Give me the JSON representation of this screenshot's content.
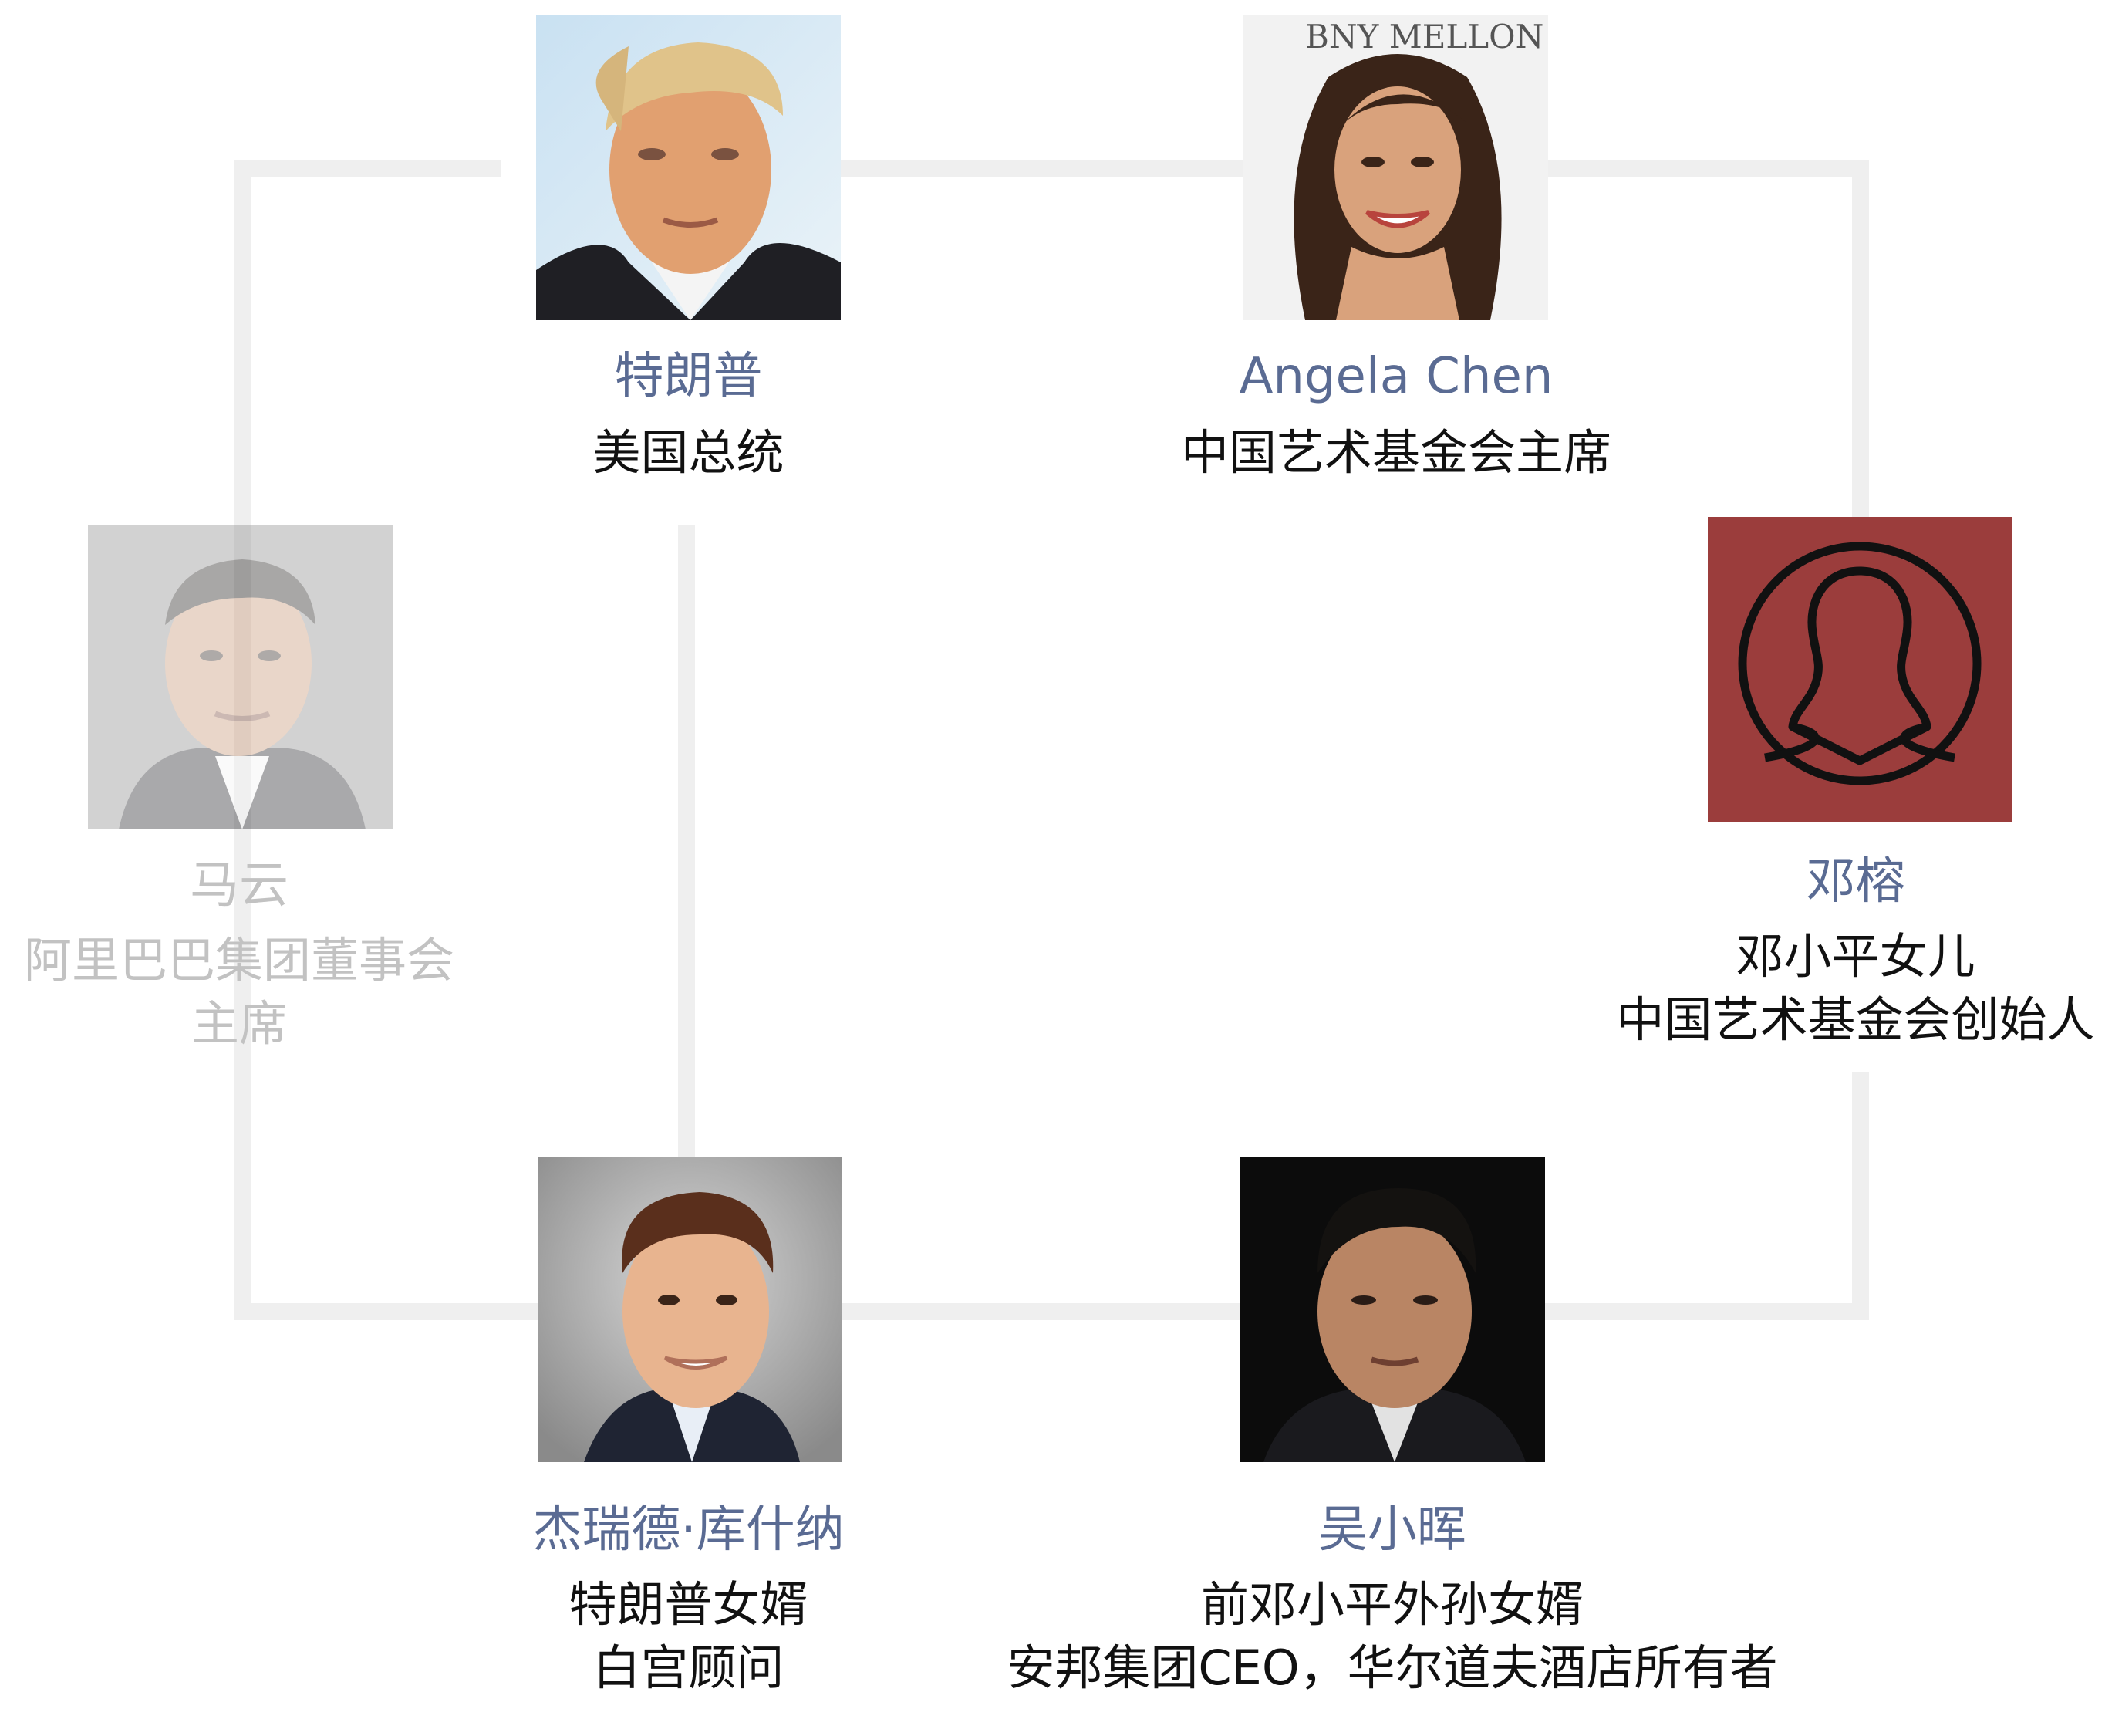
{
  "people": [
    {
      "id": "trump",
      "name": "特朗普",
      "roles": [
        "美国总统"
      ]
    },
    {
      "id": "angela-chen",
      "name": "Angela Chen",
      "roles": [
        "中国艺术基金会主席"
      ],
      "photo_text": "BNY MELLON"
    },
    {
      "id": "jack-ma",
      "name": "马云",
      "roles": [
        "阿里巴巴集团董事会",
        "主席"
      ],
      "faded": true
    },
    {
      "id": "deng-rong",
      "name": "邓榕",
      "roles": [
        "邓小平女儿",
        "中国艺术基金会创始人"
      ],
      "placeholder_icon": "female-user-icon"
    },
    {
      "id": "kushner",
      "name": "杰瑞德·库什纳",
      "roles": [
        "特朗普女婿",
        "白宫顾问"
      ]
    },
    {
      "id": "wu-xiaohui",
      "name": "吴小晖",
      "roles": [
        "前邓小平外孙女婿",
        "安邦集团CEO，华尔道夫酒店所有者"
      ]
    }
  ],
  "colors": {
    "name_text": "#5a6b93",
    "role_text": "#111111",
    "faded_text": "#c2c2c2",
    "connector": "#efefef",
    "placeholder_bg": "#9b3d3c"
  }
}
